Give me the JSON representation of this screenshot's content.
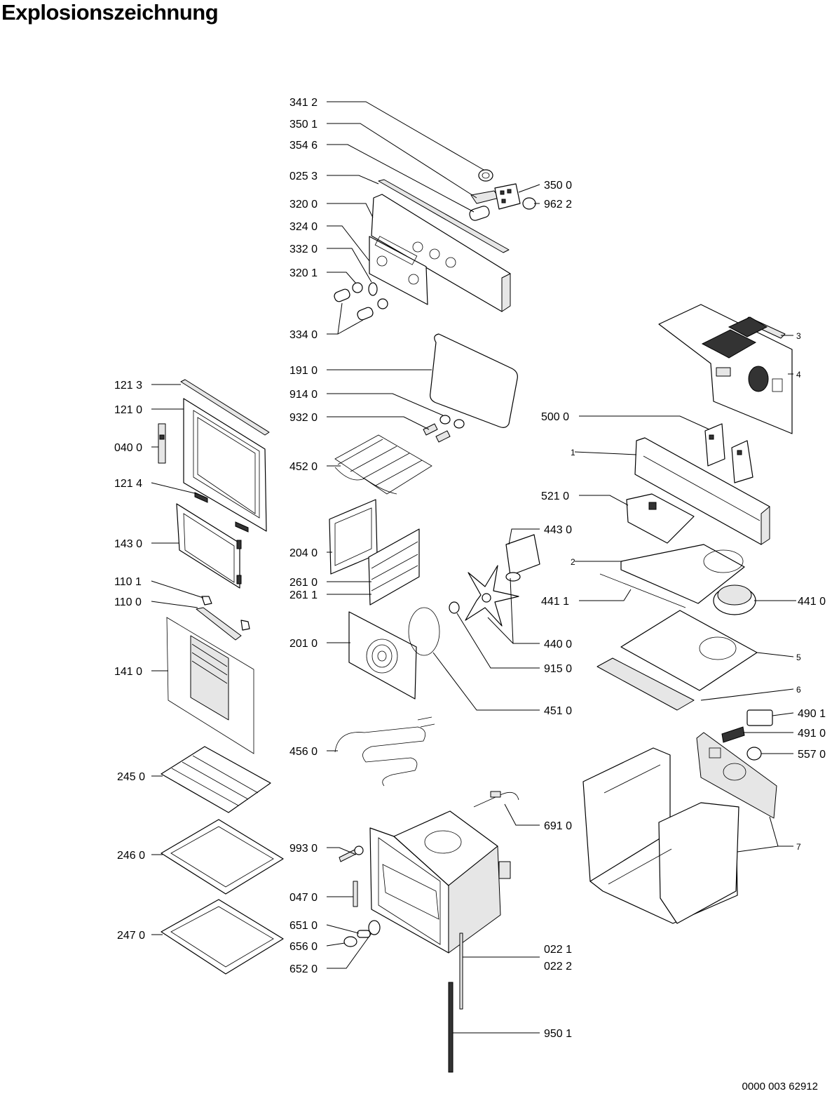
{
  "title": "Explosionszeichnung",
  "document_number": "0000 003 62912",
  "part_labels": {
    "p3412": "341 2",
    "p3501": "350 1",
    "p3546": "354 6",
    "p0253": "025 3",
    "p3200": "320 0",
    "p3240": "324 0",
    "p3320": "332 0",
    "p3201": "320 1",
    "p3340": "334 0",
    "p3500": "350 0",
    "p9622": "962 2",
    "p1910": "191 0",
    "p9140": "914 0",
    "p9320": "932 0",
    "p4520": "452 0",
    "p2040": "204 0",
    "p2610": "261 0",
    "p2611": "261 1",
    "p2010": "201 0",
    "p4560": "456 0",
    "p9930": "993 0",
    "p0470": "047 0",
    "p6510": "651 0",
    "p6560": "656 0",
    "p6520": "652 0",
    "p1213": "121 3",
    "p1210": "121 0",
    "p0400": "040 0",
    "p1214": "121 4",
    "p1430": "143 0",
    "p1101": "110 1",
    "p1100": "110 0",
    "p1410": "141 0",
    "p2450": "245 0",
    "p2460": "246 0",
    "p2470": "247 0",
    "p5000": "500 0",
    "p5210": "521 0",
    "p4430": "443 0",
    "p4411": "441 1",
    "p4410": "441 0",
    "p4400": "440 0",
    "p9150": "915 0",
    "p4510": "451 0",
    "p4901": "490 1",
    "p4910": "491 0",
    "p5570": "557 0",
    "p6910": "691 0",
    "p0221": "022 1",
    "p0222": "022 2",
    "p9501": "950 1",
    "n1": "1",
    "n2": "2",
    "n3": "3",
    "n4": "4",
    "n5": "5",
    "n6": "6",
    "n7": "7"
  }
}
